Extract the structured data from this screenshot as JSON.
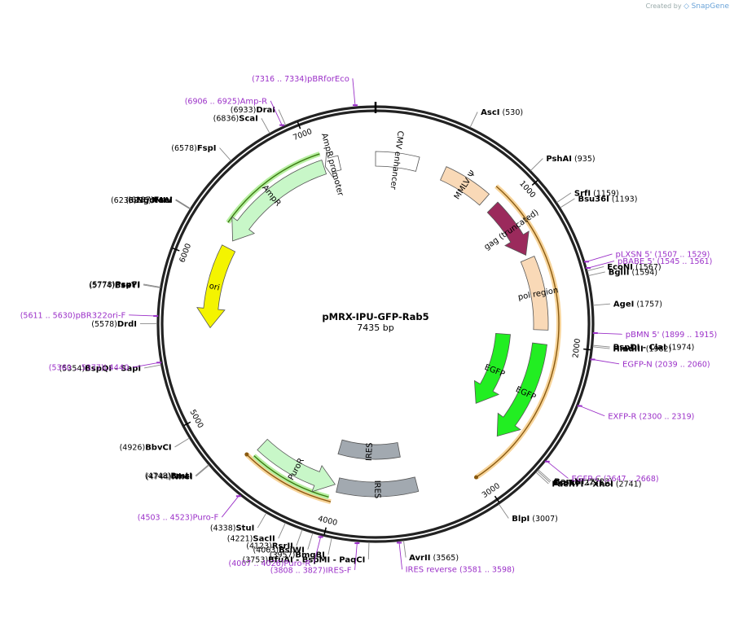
{
  "credit": {
    "created_by": "Created by",
    "brand": "SnapGene"
  },
  "plasmid": {
    "name": "pMRX-IPU-GFP-Rab5",
    "length_label": "7435 bp",
    "length": 7435
  },
  "ticks": [
    {
      "bp": 1000,
      "label": "1000"
    },
    {
      "bp": 2000,
      "label": "2000"
    },
    {
      "bp": 3000,
      "label": "3000"
    },
    {
      "bp": 4000,
      "label": "4000"
    },
    {
      "bp": 5000,
      "label": "5000"
    },
    {
      "bp": 6000,
      "label": "6000"
    },
    {
      "bp": 7000,
      "label": "7000"
    }
  ],
  "features": [
    {
      "name": "CMV enhancer",
      "start": 7435,
      "end": 305,
      "dir": 0,
      "color": "#ffffff"
    },
    {
      "name": "MMLV Ψ",
      "start": 500,
      "end": 850,
      "dir": 0,
      "color": "#f9d9b7"
    },
    {
      "name": "gag (truncated)",
      "start": 930,
      "end": 1350,
      "dir": 1,
      "color": "#9b2a5c"
    },
    {
      "name": "pol region",
      "start": 1380,
      "end": 1900,
      "dir": 0,
      "color": "#f9d9b7"
    },
    {
      "name": "EGFP",
      "start": 2000,
      "end": 2740,
      "dir": 1,
      "color": "#22ee22"
    },
    {
      "name": "IRES",
      "start": 3420,
      "end": 3990,
      "dir": 0,
      "color": "#a2a9b0"
    },
    {
      "name": "PuroR",
      "start": 4010,
      "end": 4610,
      "dir": -1,
      "color": "#c8f7c8"
    },
    {
      "name": "ori",
      "start": 5550,
      "end": 6140,
      "dir": -1,
      "color": "#f4f400"
    },
    {
      "name": "AmpR",
      "start": 6200,
      "end": 7060,
      "dir": -1,
      "color": "#c8f7c8"
    },
    {
      "name": "AmpR promoter",
      "start": 7070,
      "end": 7175,
      "dir": -1,
      "color": "#ffffff"
    }
  ],
  "inner_features": [
    {
      "name": "EGFP",
      "start": 1950,
      "end": 2650,
      "dir": 1,
      "color": "#22ee22"
    },
    {
      "name": "IRES",
      "start": 3500,
      "end": 4050,
      "dir": 0,
      "color": "#a2a9b0"
    }
  ],
  "orange_arcs": [
    {
      "start": 850,
      "end": 3030
    },
    {
      "start": 4010,
      "end": 4640
    }
  ],
  "green_arcs": [
    {
      "start": 6290,
      "end": 7060
    },
    {
      "start": 4030,
      "end": 4600
    }
  ],
  "primers": [
    {
      "name": "pBRforEco",
      "pos": "(7316 .. 7334)",
      "bp": 7325
    },
    {
      "name": "Amp-R",
      "pos": "(6906 .. 6925)",
      "bp": 6915
    },
    {
      "name": "pBR322ori-F",
      "pos": "(5611 .. 5630)",
      "bp": 5620
    },
    {
      "name": "L4440",
      "pos": "(5360 .. 5377)",
      "bp": 5368
    },
    {
      "name": "Puro-F",
      "pos": "(4503 .. 4523)",
      "bp": 4513
    },
    {
      "name": "Puro-R",
      "pos": "(4007 .. 4026)",
      "bp": 4016
    },
    {
      "name": "IRES-F",
      "pos": "(3808 .. 3827)",
      "bp": 3817
    },
    {
      "name": "IRES reverse",
      "pos": "(3581 .. 3598)",
      "bp": 3590
    },
    {
      "name": "pLXSN 5'",
      "pos": "(1507 .. 1529)",
      "bp": 1518
    },
    {
      "name": "pBABE 5'",
      "pos": "(1545 .. 1561)",
      "bp": 1553
    },
    {
      "name": "pBMN 5'",
      "pos": "(1899 .. 1915)",
      "bp": 1907
    },
    {
      "name": "EGFP-N",
      "pos": "(2039 .. 2060)",
      "bp": 2050
    },
    {
      "name": "EXFP-R",
      "pos": "(2300 .. 2319)",
      "bp": 2310
    },
    {
      "name": "EGFP-C",
      "pos": "(2647 .. 2668)",
      "bp": 2658
    }
  ],
  "sites": [
    {
      "name": "AscI",
      "pos": "(530)",
      "bp": 530
    },
    {
      "name": "PshAI",
      "pos": "(935)",
      "bp": 935
    },
    {
      "name": "SrfI",
      "pos": "(1159)",
      "bp": 1159
    },
    {
      "name": "Bsu36I",
      "pos": "(1193)",
      "bp": 1193
    },
    {
      "name": "EcoNI",
      "pos": "(1567)",
      "bp": 1567
    },
    {
      "name": "BglII",
      "pos": "(1594)",
      "bp": 1594
    },
    {
      "name": "AgeI",
      "pos": "(1757)",
      "bp": 1757
    },
    {
      "name": "BspDI",
      "name2": "ClaI",
      "pos": "(1974)",
      "bp": 1974
    },
    {
      "name": "HindIII",
      "pos": "(1982)",
      "bp": 1982
    },
    {
      "name": "BamHI",
      "pos": "(2723)",
      "bp": 2723
    },
    {
      "name": "EcoRI",
      "pos": "(2731)",
      "bp": 2731
    },
    {
      "name": "PaeR7I",
      "name2": "XhoI",
      "pos": "(2741)",
      "bp": 2741
    },
    {
      "name": "BlpI",
      "pos": "(3007)",
      "bp": 3007
    },
    {
      "name": "AvrII",
      "pos": "(3565)",
      "bp": 3565
    },
    {
      "name": "BfuAI",
      "name2": "BspMI",
      "name3": "PaqCI",
      "pos": "(3753)",
      "bp": 3753
    },
    {
      "name": "BmgBI",
      "pos": "(3957)",
      "bp": 3957
    },
    {
      "name": "BsiWI",
      "pos": "(4063)",
      "bp": 4063
    },
    {
      "name": "RsrII",
      "pos": "(4123)",
      "bp": 4123
    },
    {
      "name": "SacII",
      "pos": "(4221)",
      "bp": 4221
    },
    {
      "name": "StuI",
      "pos": "(4338)",
      "bp": 4338
    },
    {
      "name": "NheI",
      "pos": "(4744)",
      "bp": 4744
    },
    {
      "name": "BmtI",
      "pos": "(4748)",
      "bp": 4748
    },
    {
      "name": "BbvCI",
      "pos": "(4926)",
      "bp": 4926
    },
    {
      "name": "BspQI",
      "name2": "SapI",
      "pos": "(5354)",
      "bp": 5354
    },
    {
      "name": "DrdI",
      "pos": "(5578)",
      "bp": 5578
    },
    {
      "name": "BseYI",
      "pos": "(5774)",
      "bp": 5774
    },
    {
      "name": "PspFI",
      "pos": "(5778)",
      "bp": 5778
    },
    {
      "name": "NgoMIV",
      "pos": "(6233)",
      "bp": 6233
    },
    {
      "name": "NaeI",
      "pos": "(6235)",
      "bp": 6235
    },
    {
      "name": "FseI",
      "pos": "(6237)",
      "bp": 6237
    },
    {
      "name": "FspI",
      "pos": "(6578)",
      "bp": 6578
    },
    {
      "name": "ScaI",
      "pos": "(6836)",
      "bp": 6836
    },
    {
      "name": "DraI",
      "pos": "(6933)",
      "bp": 6933
    }
  ]
}
